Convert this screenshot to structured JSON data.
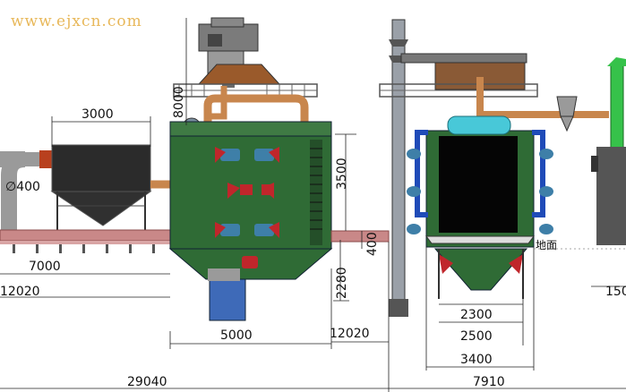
{
  "watermark": "www.ejxcn.com",
  "dimensions": {
    "d3000_top": "3000",
    "d8000": "8000",
    "d3500": "3500",
    "d400_pipe": "∅400",
    "d7000": "7000",
    "d12020_left": "12020",
    "d400_right": "400",
    "d2280": "2280",
    "d5000": "5000",
    "d12020_mid": "12020",
    "d29040": "29040",
    "d2300": "2300",
    "d2500": "2500",
    "d3400": "3400",
    "d7910": "7910",
    "d150": "150"
  },
  "labels": {
    "ground": "地面"
  },
  "colors": {
    "body_green": "#2f6b35",
    "pipe_copper": "#c8864d",
    "hopper_dark": "#2b2b2b",
    "roller_red": "#c98888",
    "cyan_tank": "#48c8d8",
    "motor_red": "#c0262b",
    "motor_blue": "#3e7fa8",
    "blue_pipe": "#1f4bb8"
  }
}
